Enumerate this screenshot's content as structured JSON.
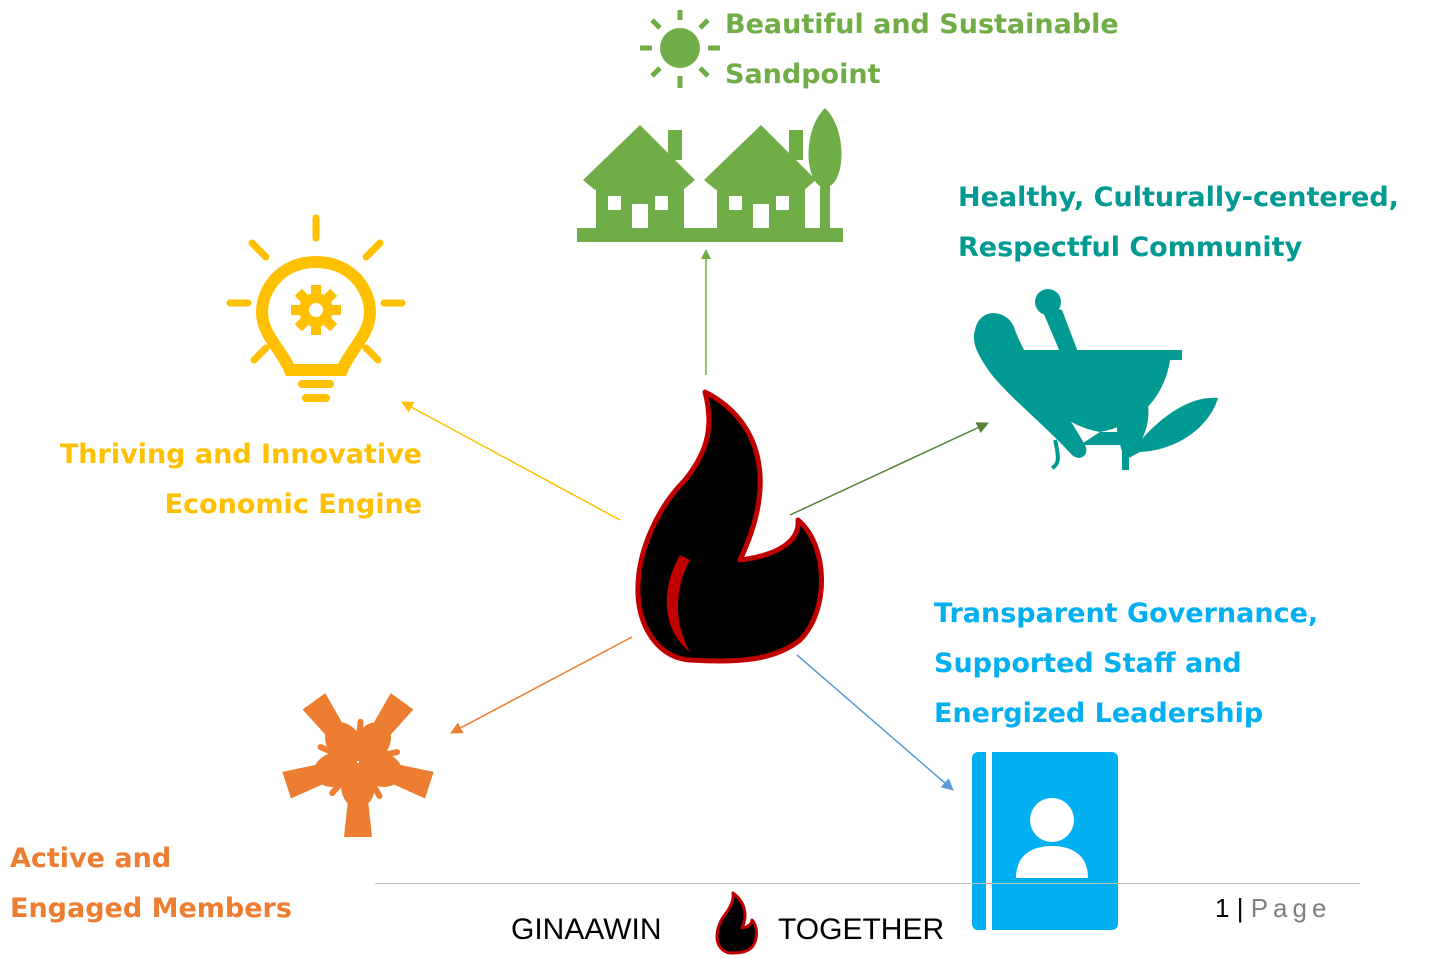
{
  "goals": {
    "top": {
      "line1": "Beautiful and Sustainable",
      "line2": "Sandpoint",
      "color": "#70ad47"
    },
    "upper_right": {
      "line1": "Healthy, Culturally-centered,",
      "line2": "Respectful Community",
      "color": "#009a93"
    },
    "upper_left": {
      "line1": "Thriving and Innovative",
      "line2": "Economic Engine",
      "color": "#ffc000"
    },
    "lower_right": {
      "line1": "Transparent Governance,",
      "line2": "Supported Staff and",
      "line3": "Energized Leadership",
      "color": "#00b0f0"
    },
    "lower_left": {
      "line1": "Active and",
      "line2": "Engaged Members",
      "color": "#ed7d31"
    }
  },
  "icons": [
    "sun-icon",
    "houses-tree-icon",
    "lightbulb-gear-icon",
    "mortar-pestle-feather-leaf-icon",
    "hands-circle-icon",
    "contact-book-icon",
    "fire-icon"
  ],
  "footer": {
    "left": "GINAAWIN",
    "right": "TOGETHER",
    "page_number": "1",
    "separator": "|",
    "page_label": "Page"
  }
}
